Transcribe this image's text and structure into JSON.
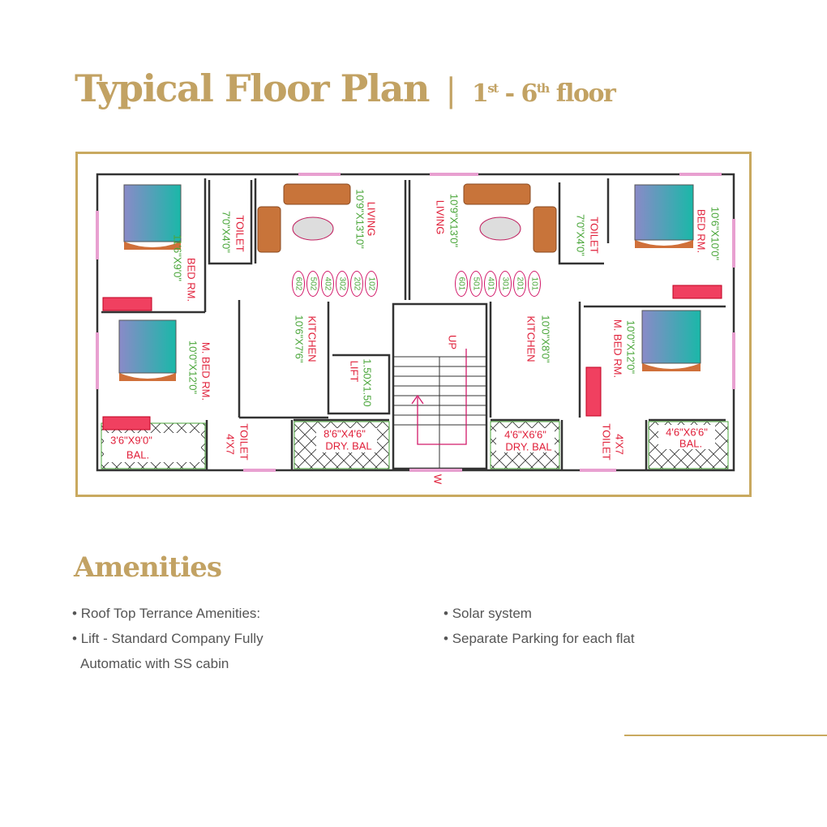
{
  "header": {
    "title": "Typical Floor Plan",
    "separator": "|",
    "floor_from": "1",
    "floor_from_sup": "st",
    "dash": "-",
    "floor_to": "6",
    "floor_to_sup": "th",
    "floor_word": "floor"
  },
  "plan": {
    "left": {
      "living": "LIVING",
      "living_size": "10'9\"X13'10\"",
      "toilet1": "TOILET",
      "toilet1_size": "7'0\"X4'0\"",
      "bed": "BED RM.",
      "bed_size": "11'6\"X9'0\"",
      "units": [
        "602",
        "502",
        "402",
        "302",
        "202",
        "102"
      ],
      "kitchen": "KITCHEN",
      "kitchen_size": "10'6\"X7'6\"",
      "mbed": "M. BED RM.",
      "mbed_size": "10'0\"X12'0\"",
      "toilet2": "TOILET",
      "toilet2_size": "4'X7",
      "bal_size": "3'6\"X9'0\"",
      "bal": "BAL.",
      "drybal_size": "8'6\"X4'6\"",
      "drybal": "DRY. BAL"
    },
    "core": {
      "lift": "LIFT",
      "lift_size": "1.50X1.50",
      "up": "UP",
      "w": "W"
    },
    "right": {
      "living": "LIVING",
      "living_size": "10'9\"X13'0\"",
      "toilet1": "TOILET",
      "toilet1_size": "7'0\"X4'0\"",
      "bed": "BED RM.",
      "bed_size": "10'6\"X10'0\"",
      "units": [
        "601",
        "501",
        "401",
        "301",
        "201",
        "101"
      ],
      "kitchen": "KITCHEN",
      "kitchen_size": "10'0\"X8'0\"",
      "mbed": "M. BED RM.",
      "mbed_size": "10'0\"X12'0\"",
      "toilet2": "TOILET",
      "toilet2_size": "4'X7",
      "drybal_size": "4'6\"X6'6\"",
      "drybal": "DRY. BAL",
      "bal_size": "4'6\"X6'6\"",
      "bal": "BAL."
    }
  },
  "amenities": {
    "title": "Amenities",
    "col1": [
      "Roof Top Terrance Amenities:",
      "Lift - Standard Company Fully",
      "Automatic with SS cabin"
    ],
    "col2": [
      "Solar system",
      "Separate Parking for each flat"
    ]
  },
  "colors": {
    "gold": "#c2a263",
    "label_red": "#e0203a",
    "label_green": "#4aa63a",
    "wall": "#333333"
  }
}
